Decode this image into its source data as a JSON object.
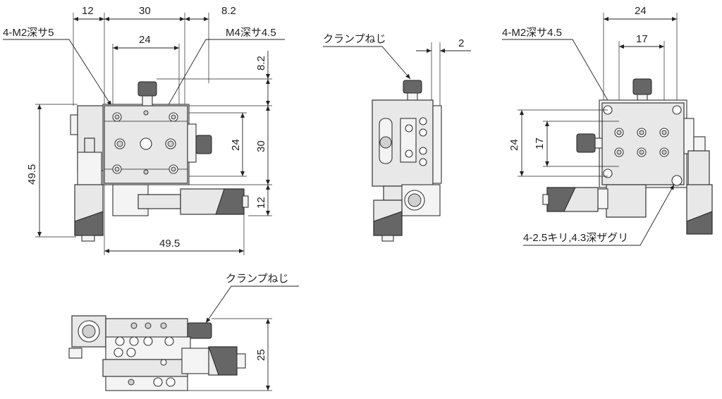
{
  "labels": {
    "v1_dim_12": "12",
    "v1_dim_30": "30",
    "v1_dim_8_2_top": "8.2",
    "v1_dim_24": "24",
    "v1_note_m2": "4-M2深サ5",
    "v1_note_m4": "M4深サ4.5",
    "v1_dim_8_2_right": "8.2",
    "v1_dim_24_right": "24",
    "v1_dim_30_right": "30",
    "v1_dim_12_right": "12",
    "v1_dim_49_5_left": "49.5",
    "v1_dim_49_5_bottom": "49.5",
    "v2_note_clamp": "クランプねじ",
    "v2_dim_2": "2",
    "v3_dim_24_top": "24",
    "v3_dim_17_top": "17",
    "v3_note_m2": "4-M2深サ4.5",
    "v3_dim_24_left": "24",
    "v3_dim_17_left": "17",
    "v3_note_holes": "4-2.5キリ,4.3深ザグリ",
    "v4_note_clamp": "クランプねじ",
    "v4_dim_25": "25"
  },
  "colors": {
    "line": "#222222",
    "part_fill": "#e8e8e8",
    "knob": "#666666"
  }
}
